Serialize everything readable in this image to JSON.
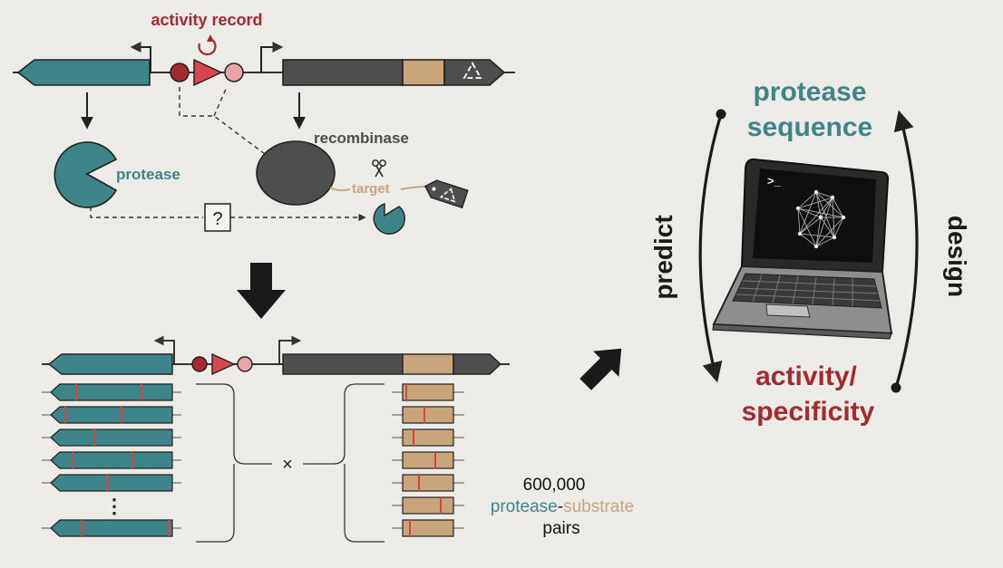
{
  "colors": {
    "teal": "#3e8589",
    "teal_dark": "#2f6a6e",
    "dark_gray": "#4e4e4e",
    "tan": "#c9a57c",
    "crimson": "#a52a2f",
    "pink": "#e9a4aa",
    "red_mark": "#d9453c",
    "background": "#ecebe7"
  },
  "top_panel": {
    "activity_record_label": "activity record",
    "recombinase_label": "recombinase",
    "protease_label": "protease",
    "target_label": "target",
    "unknown_symbol": "?"
  },
  "bottom_panel": {
    "ellipsis": "⋮",
    "cross_symbol": "×",
    "count": "600,000",
    "pair_word_protease": "protease",
    "pair_hyphen": "-",
    "pair_word_substrate": "substrate",
    "pairs_word": "pairs"
  },
  "cycle": {
    "top_label_line1": "protease",
    "top_label_line2": "sequence",
    "bottom_label_line1": "activity/",
    "bottom_label_line2": "specificity",
    "left_arrow_label": "predict",
    "right_arrow_label": "design"
  },
  "icons": [
    "scissors-icon",
    "recycle-icon",
    "laptop-icon",
    "neural-network-icon",
    "promoter-arrow-icon",
    "terminal-prompt-icon"
  ]
}
